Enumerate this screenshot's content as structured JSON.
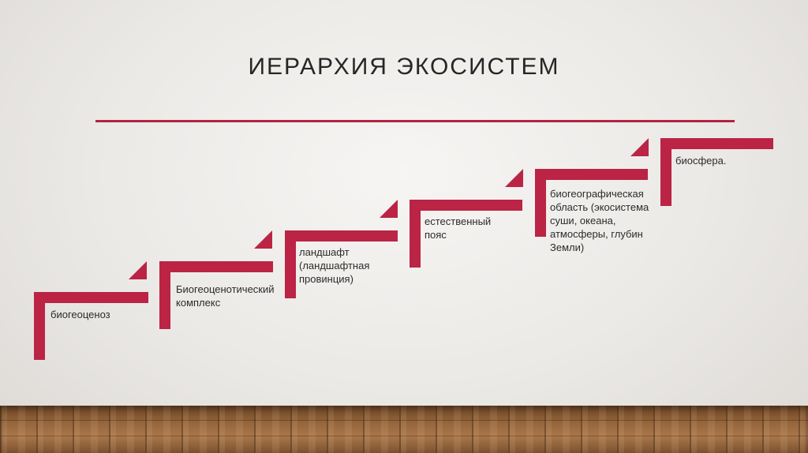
{
  "slide": {
    "title": "ИЕРАРХИЯ ЭКОСИСТЕМ",
    "accent_color": "#bb2444"
  },
  "steps": [
    {
      "label": "биогеоценоз"
    },
    {
      "label": "Биогеоценотический комплекс"
    },
    {
      "label": "ландшафт (ландшафтная провинция)"
    },
    {
      "label": "естественный пояс"
    },
    {
      "label": "биогеографическая область (экосистема суши, океана, атмосферы, глубин Земли)"
    },
    {
      "label": "биосфера."
    }
  ]
}
